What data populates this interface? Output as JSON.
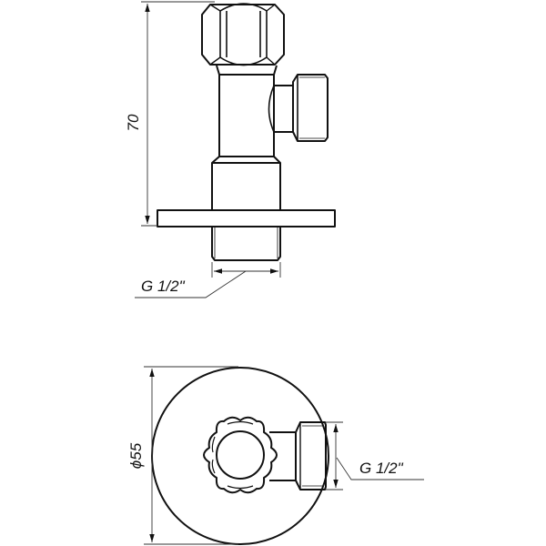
{
  "drawing": {
    "subject": "angle valve with flange",
    "side_view": {
      "height_dimension": "70",
      "thread_label": "G 1/2\""
    },
    "top_view": {
      "diameter_dimension": "ϕ55",
      "thread_label": "G 1/2\""
    },
    "colors": {
      "line": "#111111",
      "thin_line": "#333333",
      "background": "#ffffff"
    }
  }
}
